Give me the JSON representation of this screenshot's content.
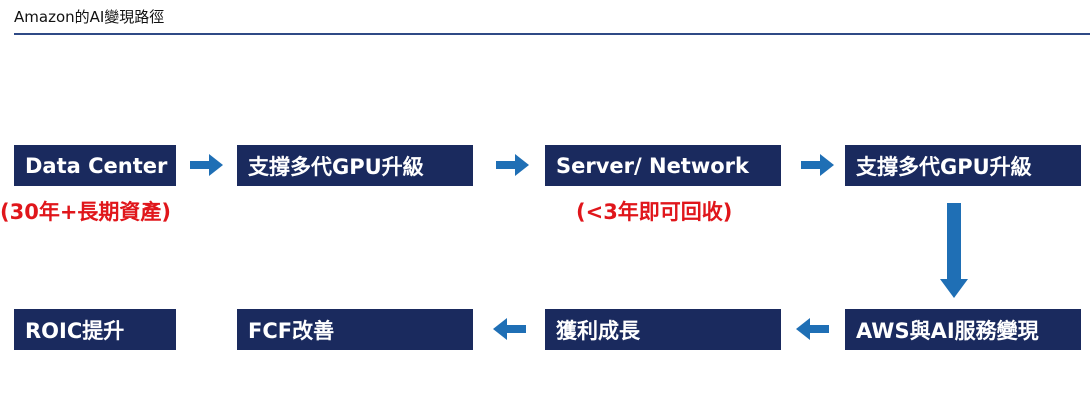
{
  "title": "Amazon的AI變現路徑",
  "colors": {
    "box_fill": "#1a2a5e",
    "box_text": "#ffffff",
    "arrow": "#1f6fb5",
    "note": "#e0161b",
    "rule": "#2f4a86"
  },
  "row1": [
    "Data Center",
    "支撐多代GPU升級",
    "Server/ Network",
    "支撐多代GPU升級"
  ],
  "row2": [
    "ROIC提升",
    "FCF改善",
    "獲利成長",
    "AWS與AI服務變現"
  ],
  "notes": {
    "data_center": "(30年+長期資產)",
    "server": "(<3年即可回收)"
  },
  "arrows": [
    "arrow-right",
    "arrow-right",
    "arrow-right",
    "arrow-down",
    "arrow-left",
    "arrow-left"
  ]
}
